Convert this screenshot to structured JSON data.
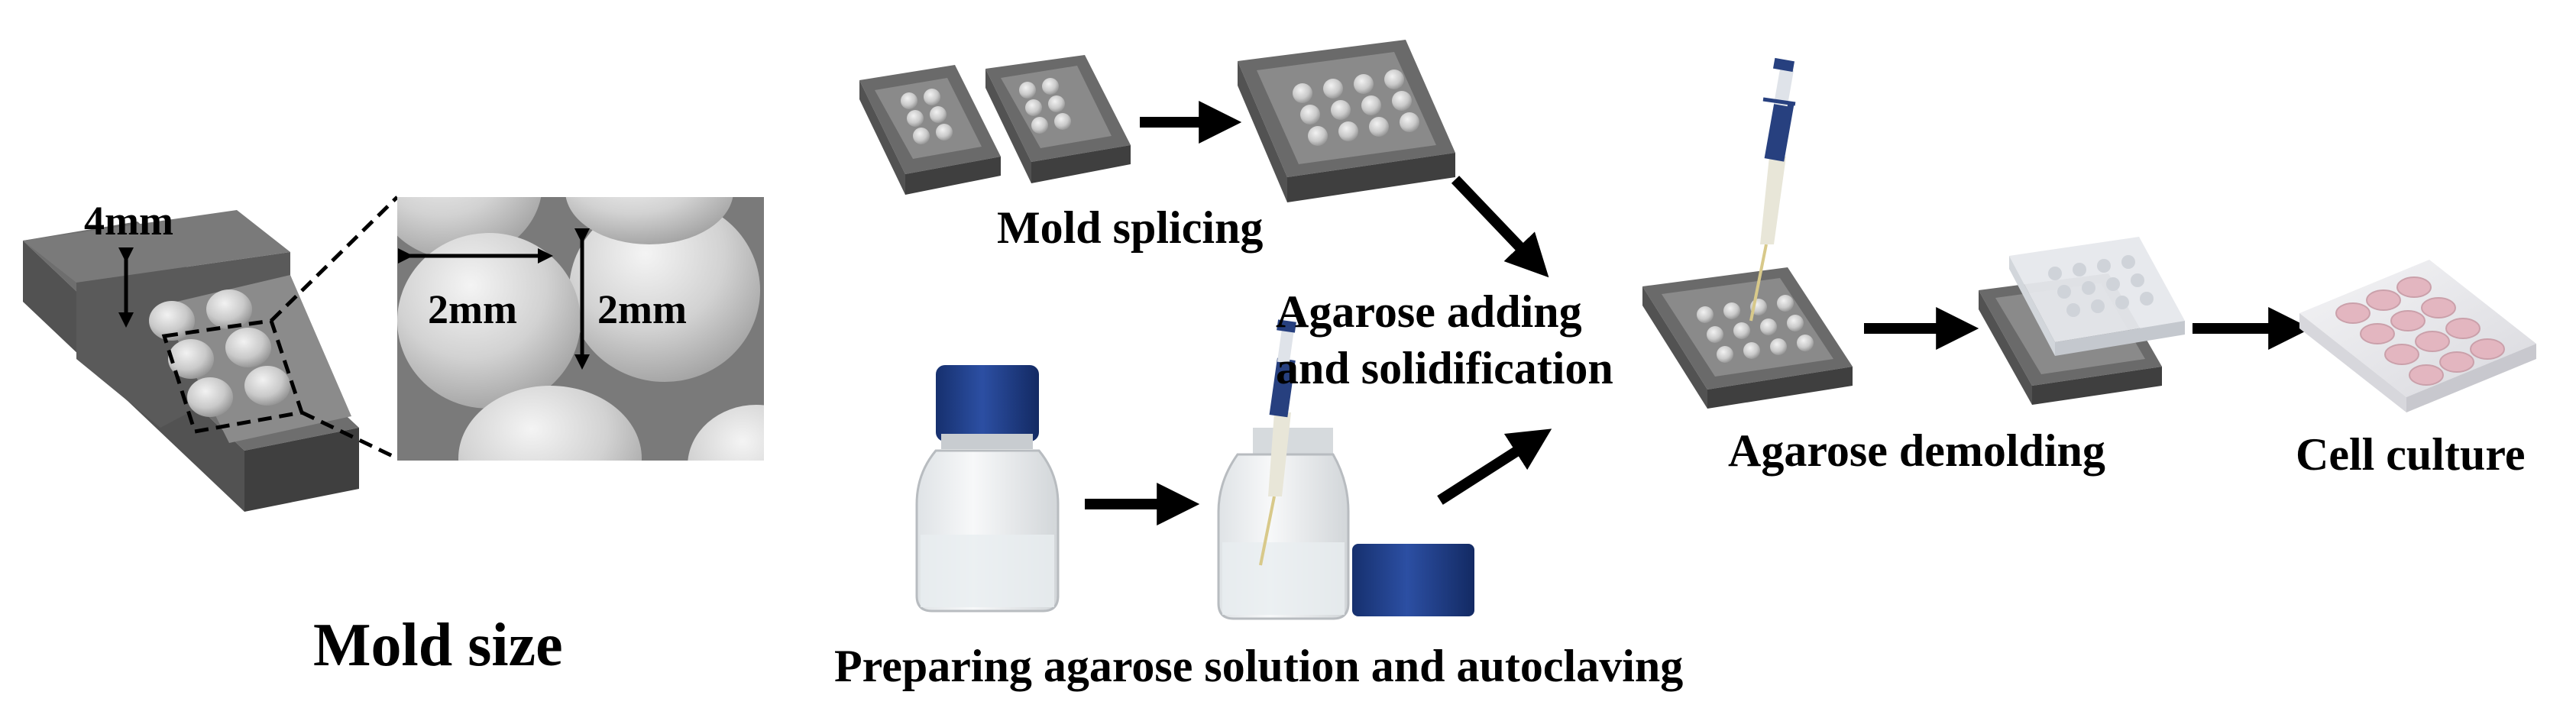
{
  "labels": {
    "mold_size": "Mold size",
    "mold_splicing": "Mold splicing",
    "agarose_adding_line1": "Agarose adding",
    "agarose_adding_line2": "and solidification",
    "preparing": "Preparing agarose solution and autoclaving",
    "demolding": "Agarose demolding",
    "cell_culture": "Cell culture"
  },
  "dimensions": {
    "wall_height": "4mm",
    "dome_width": "2mm",
    "dome_height": "2mm"
  },
  "colors": {
    "mold_top": "#6a6a6a",
    "mold_side": "#4a4a4a",
    "mold_inner": "#8a8a8a",
    "dome": "#cfcfcf",
    "cap_blue": "#1f3f8c",
    "arrow": "#000000",
    "cell_well": "#e3b6c0"
  },
  "icons": [
    "arrow-icon",
    "mold-icon",
    "bottle-icon",
    "pipette-icon",
    "well-plate-icon"
  ]
}
